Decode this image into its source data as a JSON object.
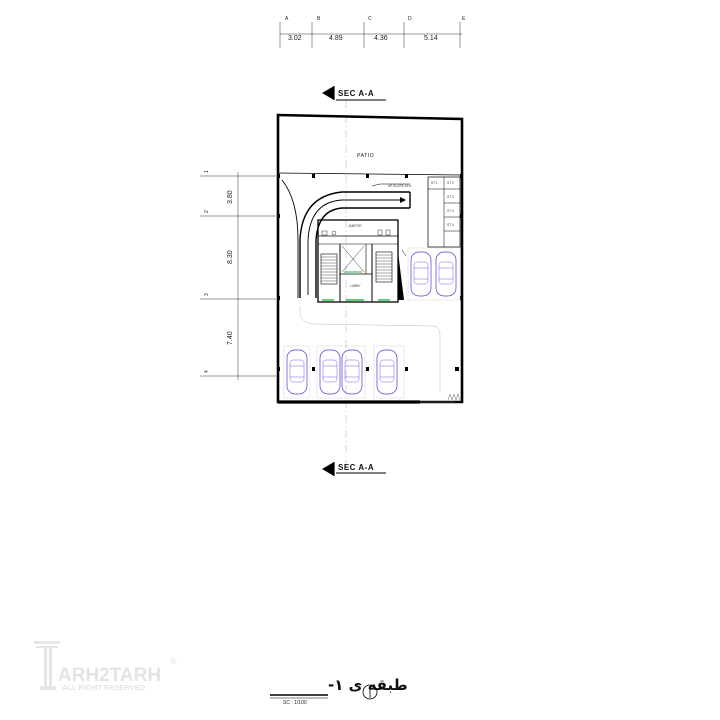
{
  "dimensions_top": [
    "3.02",
    "4.89",
    "4.36",
    "5.14"
  ],
  "grid_top": [
    "A",
    "B",
    "C",
    "D",
    "E"
  ],
  "dimensions_left": [
    "3.80",
    "8.30",
    "7.40"
  ],
  "grid_left": [
    "1",
    "2",
    "3",
    "4"
  ],
  "section_marker": "SEC A-A",
  "rooms": {
    "patio": "PATIO",
    "janitor": "JANITOR",
    "lobby": "LOBBY",
    "ramp_note": "UP\nSLOPE 15%"
  },
  "storage_units": [
    "ST 1",
    "ST 2",
    "ST 3",
    "ST 4",
    "ST 5"
  ],
  "drawing_title": "طبقه ی ۱-",
  "scale": "SC : 1/100",
  "watermark": {
    "brand": "ARH2TARH",
    "tagline": "ALL RIGHT RESERVED",
    "registered": "®"
  },
  "colors": {
    "wall": "#000000",
    "car": "#4a3ad8",
    "accent_green": "#2db84a"
  }
}
